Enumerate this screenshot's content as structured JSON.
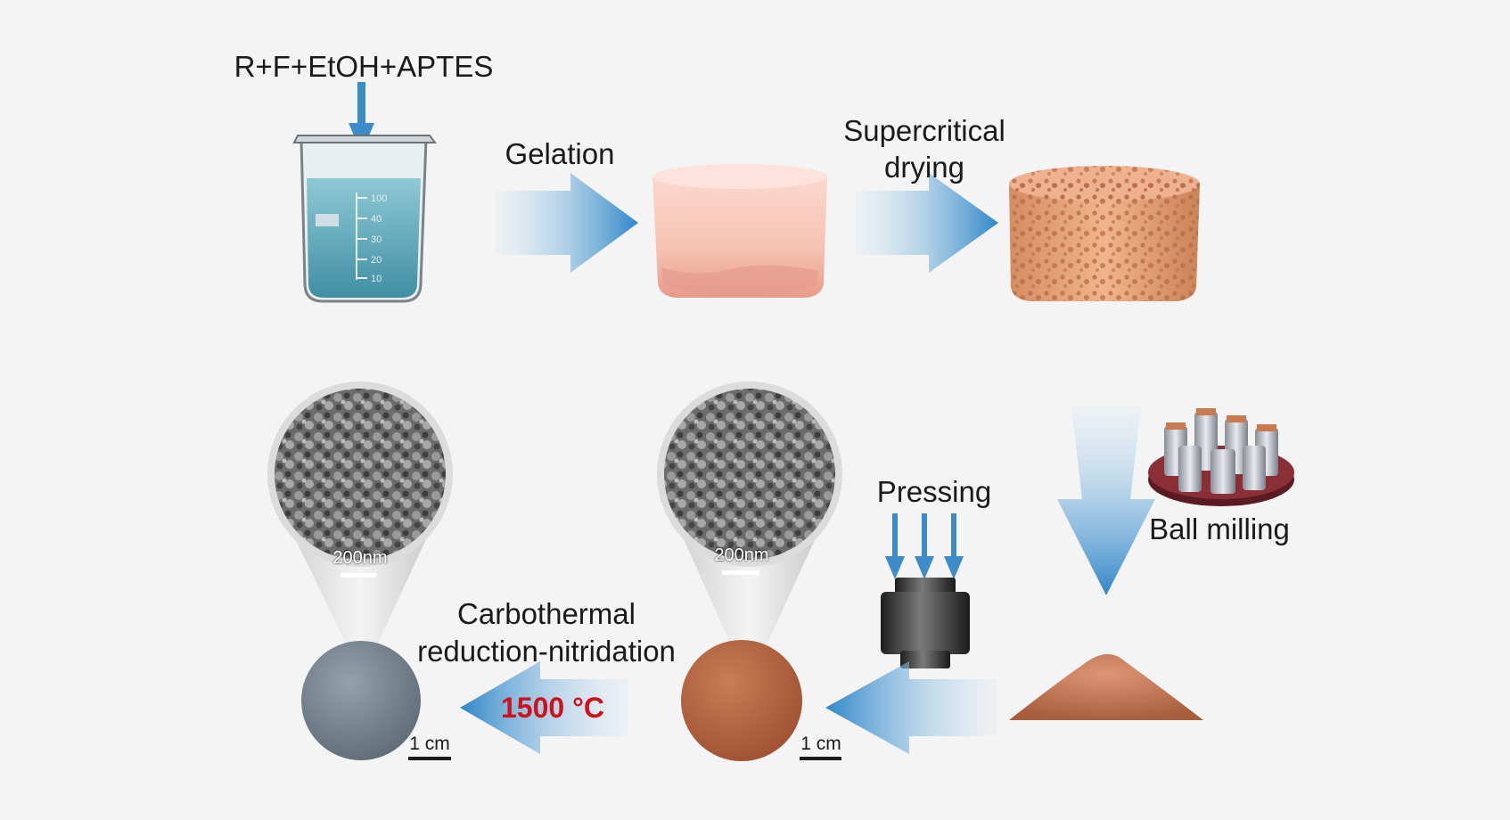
{
  "labels": {
    "reagents": "R+F+EtOH+APTES",
    "gelation": "Gelation",
    "supercritical_line1": "Supercritical",
    "supercritical_line2": "drying",
    "ball_milling": "Ball milling",
    "pressing": "Pressing",
    "carbothermal_line1": "Carbothermal",
    "carbothermal_line2": "reduction-nitridation",
    "temperature": "1500 °C"
  },
  "beaker_marks": [
    "100",
    "40",
    "30",
    "20",
    "10"
  ],
  "scale_bars": {
    "sem_left": "200nm",
    "sem_right": "200nm",
    "pellet_left": "1 cm",
    "pellet_right": "1 cm"
  },
  "colors": {
    "arrow_blue": "#2f86c8",
    "temperature_red": "#d0101a",
    "gel_pink": "#f7c9bd",
    "aerogel_orange": "#e0a077",
    "powder_brown": "#c67a55",
    "pellet_brown": "#b86a44",
    "pellet_grey": "#7c8a96"
  }
}
